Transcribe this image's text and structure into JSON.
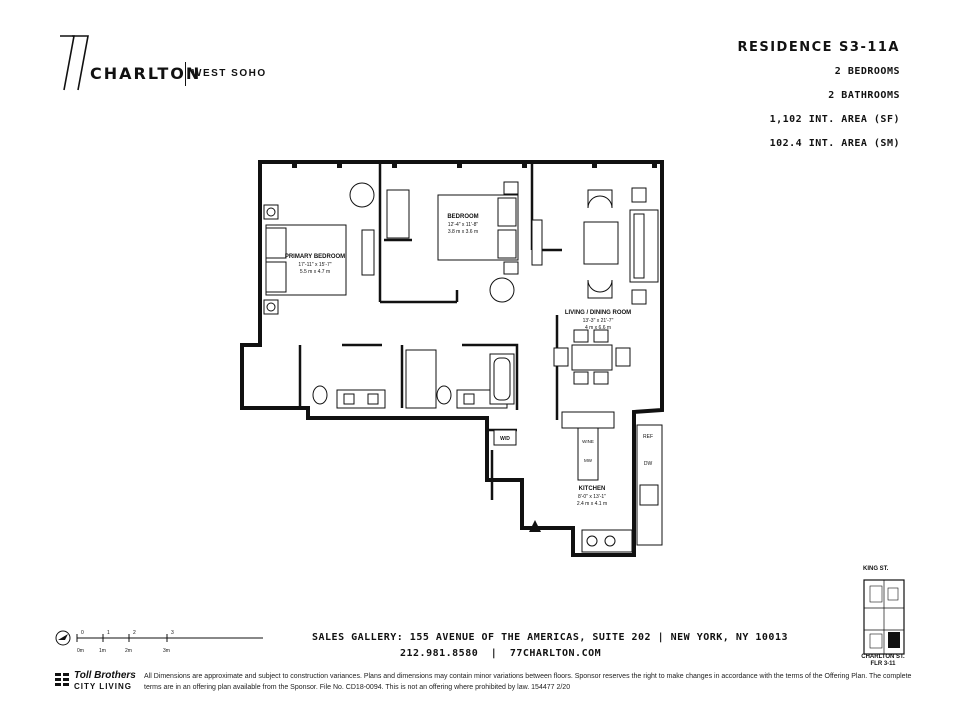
{
  "brand": {
    "name": "CHARLTON",
    "location": "WEST SOHO",
    "logo_icon": "77-numeral-logo-icon"
  },
  "residence": {
    "title": "RESIDENCE S3-11A",
    "specs": [
      "2 BEDROOMS",
      "2 BATHROOMS",
      "1,102 INT. AREA (SF)",
      "102.4 INT. AREA (SM)"
    ]
  },
  "rooms": {
    "primary_bedroom": {
      "name": "PRIMARY BEDROOM",
      "dims_imperial": "17'-11\" x 15'-7\"",
      "dims_metric": "5.5 m x 4.7 m"
    },
    "bedroom": {
      "name": "BEDROOM",
      "dims_imperial": "12'-4\" x 11'-8\"",
      "dims_metric": "3.8 m x 3.6 m"
    },
    "living": {
      "name": "LIVING / DINING ROOM",
      "dims_imperial": "13'-3\" x 21'-7\"",
      "dims_metric": "4 m x 6.6 m"
    },
    "kitchen": {
      "name": "KITCHEN",
      "dims_imperial": "8'-0\" x 13'-1\"",
      "dims_metric": "2.4 m x 4.1 m"
    },
    "wd": "W/D",
    "ref": "REF",
    "dw": "DW",
    "wine": "WINE",
    "mw": "MW"
  },
  "scale": {
    "ticks": [
      "0",
      "1",
      "2",
      "3"
    ],
    "ticks_bottom": [
      "0m",
      "1m",
      "2m",
      "3m"
    ]
  },
  "footer": {
    "line1": "SALES GALLERY: 155 AVENUE OF THE AMERICAS, SUITE 202  |  NEW YORK, NY 10013",
    "phone": "212.981.8580",
    "website": "77CHARLTON.COM",
    "separator": "|"
  },
  "developer": {
    "name": "Toll Brothers",
    "sub": "CITY LIVING"
  },
  "disclaimer": "All Dimensions are approximate and subject to construction variances. Plans and dimensions may contain minor variations between floors. Sponsor reserves the right to make changes in accordance with the terms of the Offering Plan. The complete terms are in an offering plan available from the Sponsor. File No. CD18-0094. This is not an offering where prohibited by law. 154477 2/20",
  "key_plan": {
    "top_label": "KING ST.",
    "bottom_label": "CHARLTON ST. FLR 3-11"
  }
}
